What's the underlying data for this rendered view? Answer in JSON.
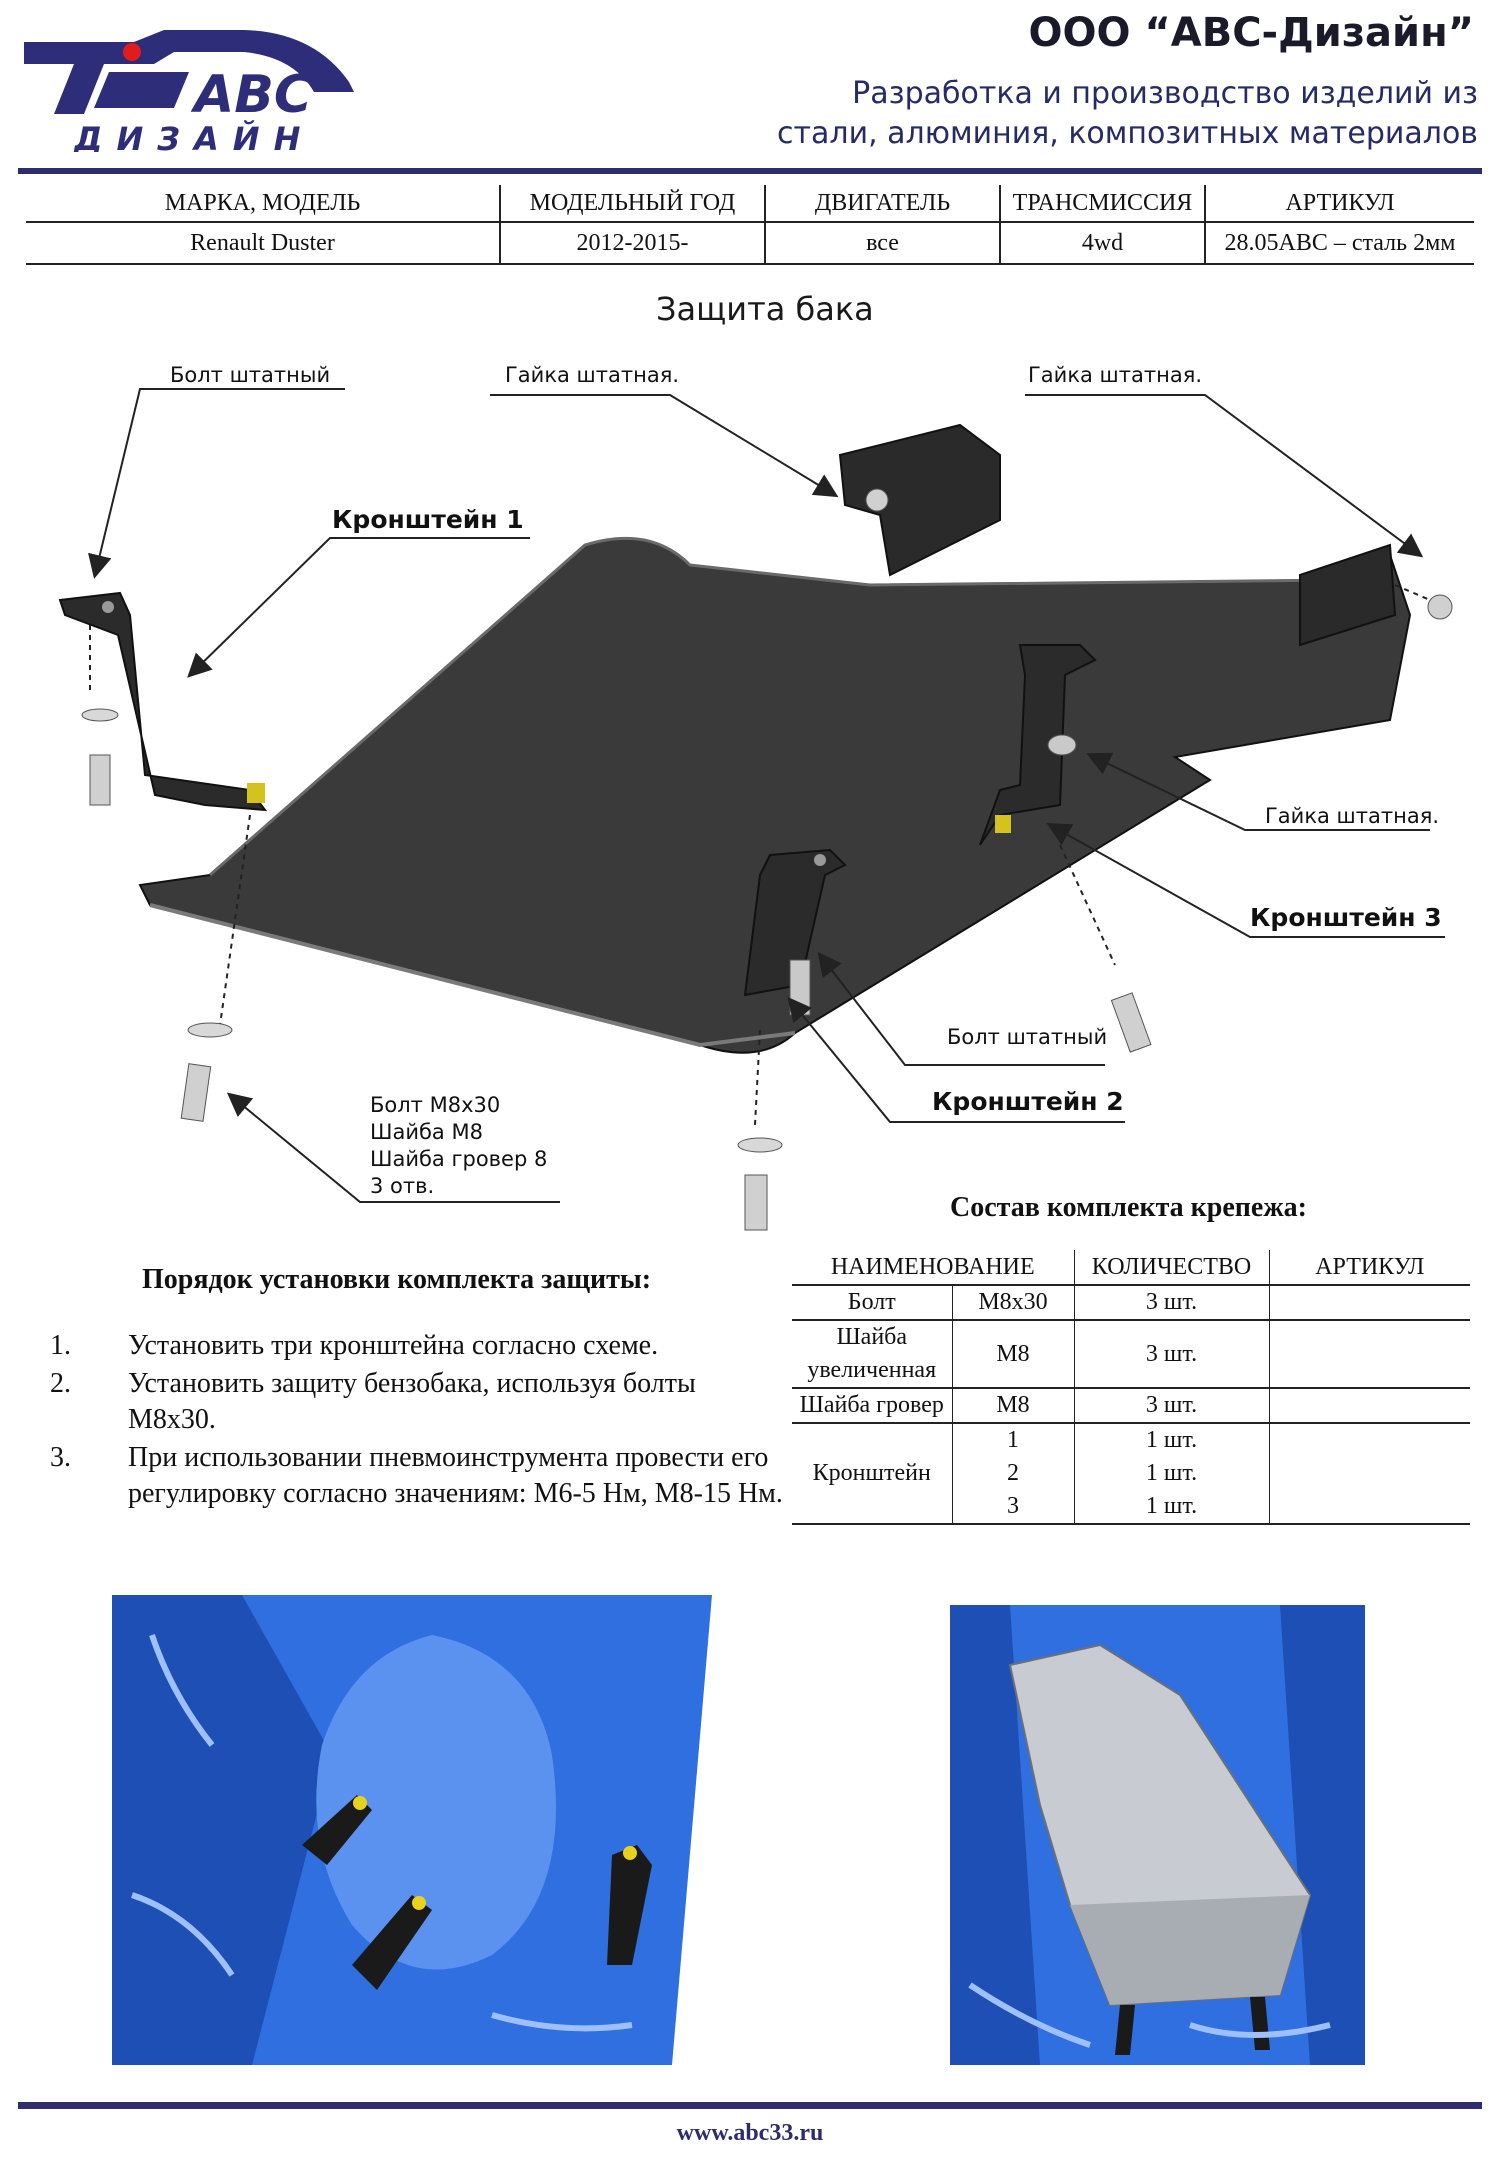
{
  "header": {
    "logo_text": "ABC",
    "logo_subtext": "ДИЗАЙН",
    "company": "ООО “АВС-Дизайн”",
    "tagline_line1": "Разработка и производство изделий из",
    "tagline_line2": "стали, алюминия, композитных материалов"
  },
  "specs": {
    "headers": [
      "МАРКА, МОДЕЛЬ",
      "МОДЕЛЬНЫЙ ГОД",
      "ДВИГАТЕЛЬ",
      "ТРАНСМИССИЯ",
      "АРТИКУЛ"
    ],
    "values": [
      "Renault Duster",
      "2012-2015-",
      "все",
      "4wd",
      "28.05ABC – сталь 2мм"
    ]
  },
  "diagram": {
    "title": "Защита бака",
    "labels": {
      "bolt_std_top": "Болт штатный",
      "nut_std_1": "Гайка штатная.",
      "nut_std_2": "Гайка штатная.",
      "bracket1": "Кронштейн 1",
      "nut_std_3": "Гайка штатная.",
      "bracket3": "Кронштейн 3",
      "bolt_std_bottom": "Болт штатный",
      "bracket2": "Кронштейн 2",
      "fastener_line1": "Болт М8х30",
      "fastener_line2": "Шайба М8",
      "fastener_line3": "Шайба гровер 8",
      "fastener_line4": "3 отв."
    }
  },
  "instructions": {
    "title": "Порядок установки комплекта защиты:",
    "steps": [
      {
        "num": "1.",
        "text": "Установить три кронштейна согласно схеме."
      },
      {
        "num": "2.",
        "text": "Установить защиту бензобака, используя болты М8х30."
      },
      {
        "num": "3.",
        "text": "При использовании пневмоинструмента провести его регулировку согласно значениям: М6-5 Нм, М8-15 Нм."
      }
    ]
  },
  "kit": {
    "title": "Состав комплекта крепежа:",
    "headers": [
      "НАИМЕНОВАНИЕ",
      "КОЛИЧЕСТВО",
      "АРТИКУЛ"
    ],
    "rows": [
      {
        "name": "Болт",
        "size": "М8х30",
        "qty": "3 шт."
      },
      {
        "name": "Шайба увеличенная",
        "size": "М8",
        "qty": "3 шт."
      },
      {
        "name": "Шайба гровер",
        "size": "М8",
        "qty": "3 шт."
      }
    ],
    "bracket": {
      "name": "Кронштейн",
      "sizes": [
        "1",
        "2",
        "3"
      ],
      "qtys": [
        "1 шт.",
        "1 шт.",
        "1 шт."
      ]
    }
  },
  "footer": {
    "url": "www.abc33.ru"
  },
  "colors": {
    "brand": "#2d2d6e",
    "scan_blue": "#2f6fe0",
    "plate": "#3a3a3a"
  }
}
